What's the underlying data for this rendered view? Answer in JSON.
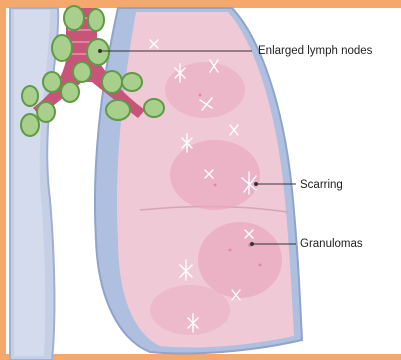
{
  "labels": {
    "lymph_nodes": "Enlarged lymph nodes",
    "scarring": "Scarring",
    "granulomas": "Granulomas"
  },
  "colors": {
    "frame": "#f5a86b",
    "lung_outer": "#b7c4de",
    "lung_inner": "#f0c9d6",
    "lung_patch": "#eaa8bd",
    "lung_edge": "#8fa3cc",
    "lymph_node": "#a8d08c",
    "lymph_outline": "#5f9a45",
    "trachea": "#c9547a",
    "leader": "#333333"
  }
}
